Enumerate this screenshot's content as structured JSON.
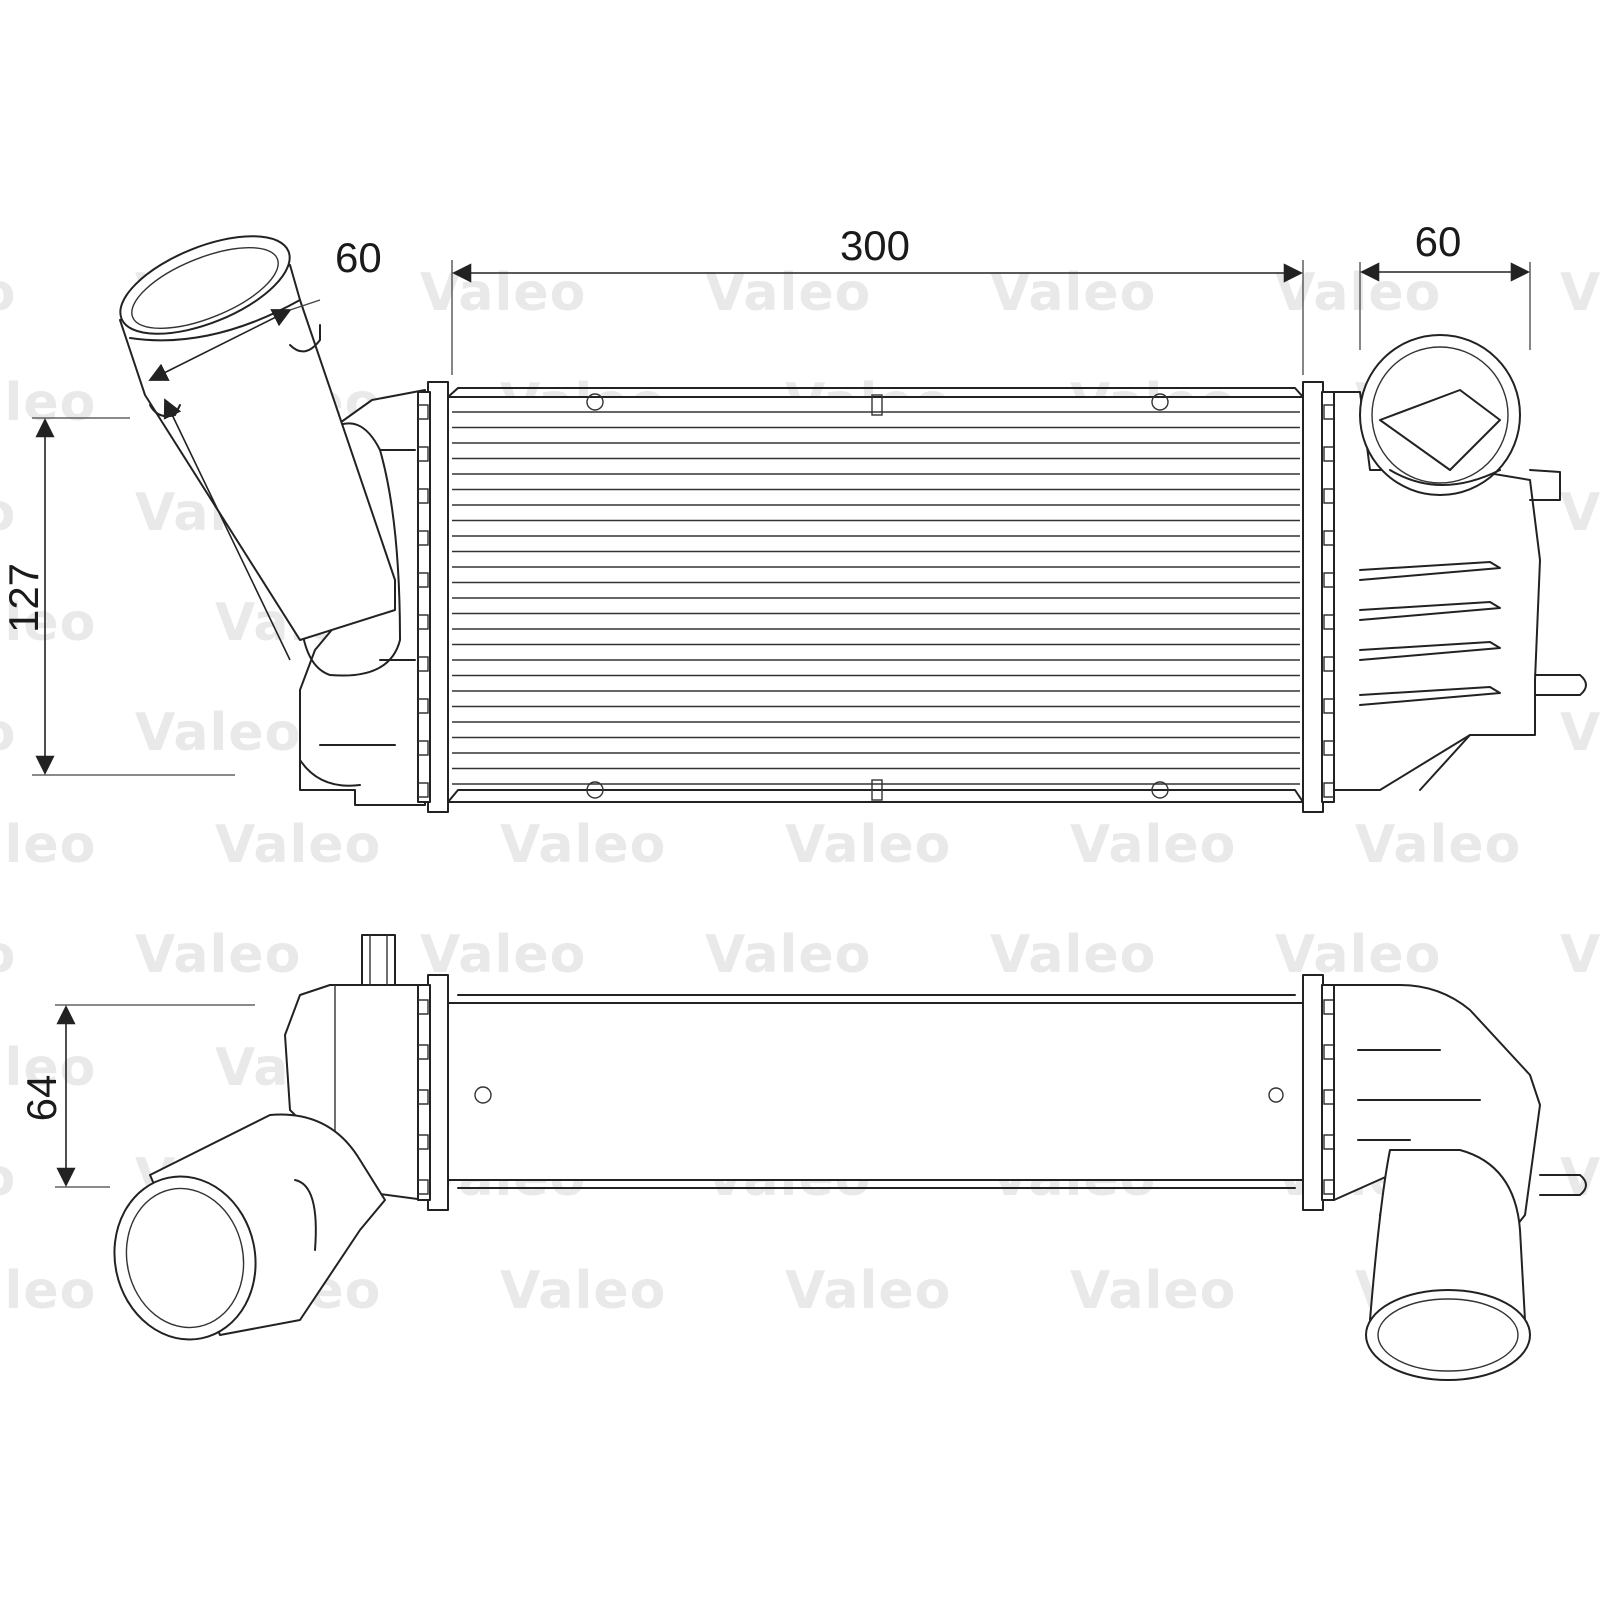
{
  "watermark": {
    "text": "Valeo"
  },
  "dimensions": {
    "top_pipe_left_diameter": "60",
    "core_width": "300",
    "top_pipe_right_diameter": "60",
    "core_height": "127",
    "core_depth": "64"
  },
  "colors": {
    "line": "#222222",
    "watermark": "#e9e9e9",
    "background": "#ffffff"
  }
}
